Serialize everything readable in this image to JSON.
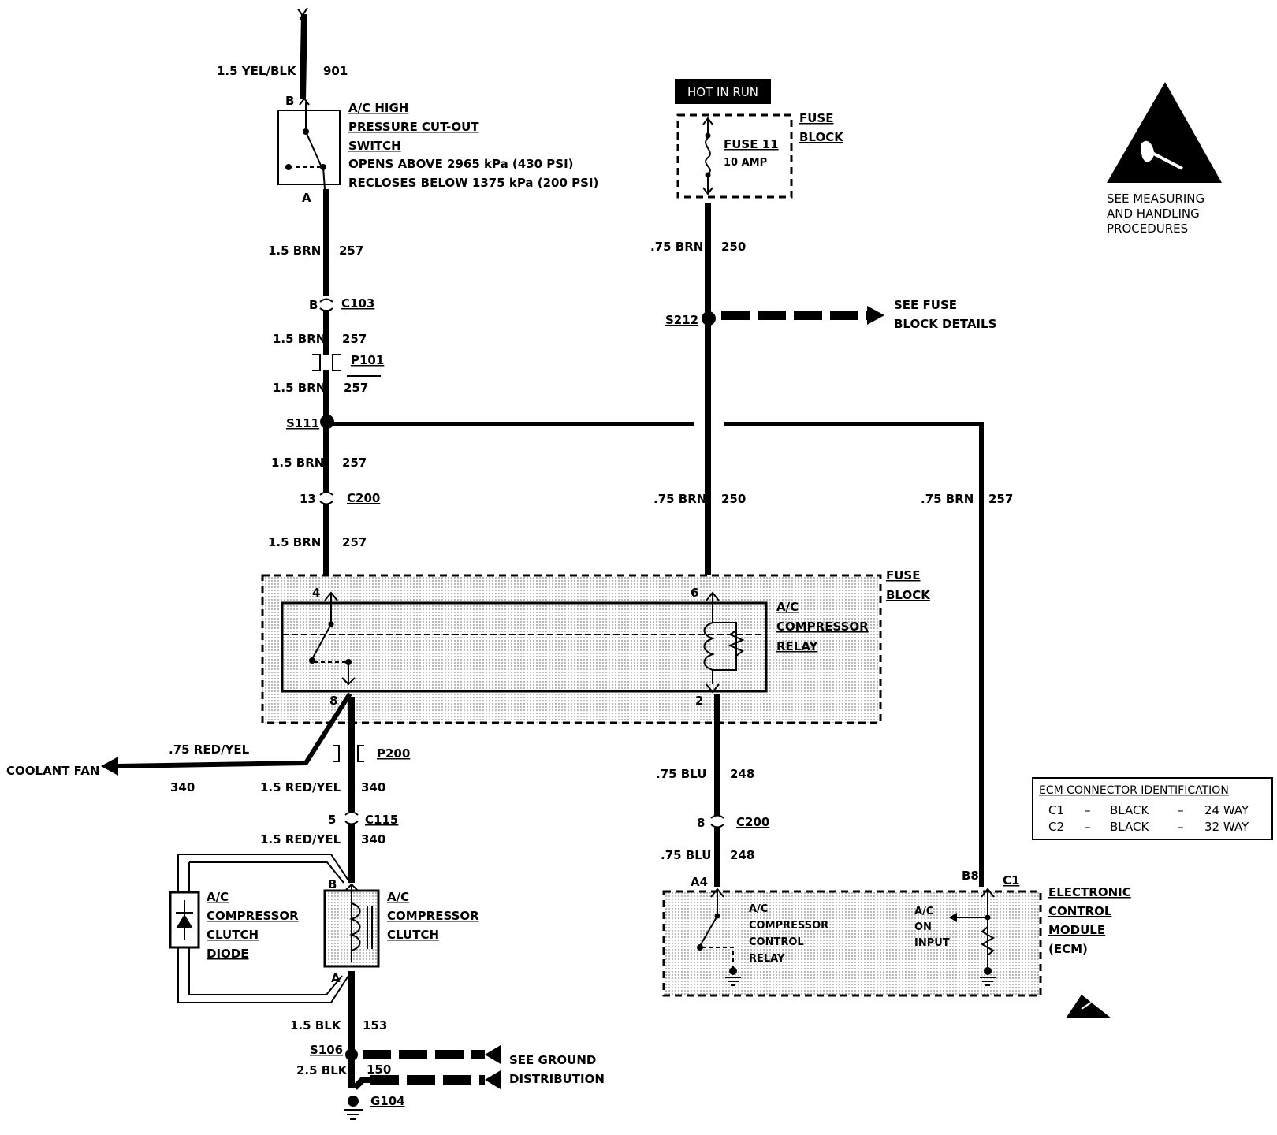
{
  "top": {
    "wire_901": {
      "size_color": "1.5 YEL/BLK",
      "circuit": "901"
    },
    "switch": {
      "pin_b": "B",
      "pin_a": "A",
      "name_lines": [
        "A/C HIGH",
        "PRESSURE CUT-OUT",
        "SWITCH"
      ],
      "spec_lines": [
        "OPENS ABOVE 2965 kPa (430 PSI)",
        "RECLOSES BELOW 1375 kPa (200 PSI)"
      ]
    }
  },
  "left_column": {
    "w1": {
      "size_color": "1.5 BRN",
      "circuit": "257"
    },
    "c103": {
      "pin": "B",
      "name": "C103"
    },
    "w2": {
      "size_color": "1.5 BRN",
      "circuit": "257"
    },
    "p101": {
      "name": "P101"
    },
    "w3": {
      "size_color": "1.5 BRN",
      "circuit": "257"
    },
    "s111": {
      "name": "S111"
    },
    "w4": {
      "size_color": "1.5 BRN",
      "circuit": "257"
    },
    "c200": {
      "pin": "13",
      "name": "C200"
    },
    "w5": {
      "size_color": "1.5 BRN",
      "circuit": "257"
    }
  },
  "middle_column": {
    "hot_in_run": "HOT IN RUN",
    "fuse_block_label": [
      "FUSE",
      "BLOCK"
    ],
    "fuse": {
      "name": "FUSE 11",
      "rating": "10 AMP"
    },
    "w1": {
      "size_color": ".75 BRN",
      "circuit": "250"
    },
    "s212": {
      "name": "S212"
    },
    "see_fuse": [
      "SEE FUSE",
      "BLOCK DETAILS"
    ],
    "w2": {
      "size_color": ".75 BRN",
      "circuit": "250"
    }
  },
  "right_column": {
    "w1": {
      "size_color": ".75 BRN",
      "circuit": "257"
    }
  },
  "fuse_block": {
    "label": [
      "FUSE",
      "BLOCK"
    ],
    "relay_label": [
      "A/C",
      "COMPRESSOR",
      "RELAY"
    ],
    "pin_4": "4",
    "pin_6": "6",
    "pin_8": "8",
    "pin_2": "2"
  },
  "lower_left": {
    "coolant_fan": "COOLANT FAN",
    "fan_wire": {
      "size_color": ".75 RED/YEL",
      "circuit": "340"
    },
    "p200": {
      "name": "P200"
    },
    "w1": {
      "size_color": "1.5 RED/YEL",
      "circuit": "340"
    },
    "c115": {
      "pin": "5",
      "name": "C115"
    },
    "w2": {
      "size_color": "1.5 RED/YEL",
      "circuit": "340"
    },
    "diode_label": [
      "A/C",
      "COMPRESSOR",
      "CLUTCH",
      "DIODE"
    ],
    "clutch_label": [
      "A/C",
      "COMPRESSOR",
      "CLUTCH"
    ],
    "pin_b": "B",
    "pin_a": "A",
    "w3": {
      "size_color": "1.5 BLK",
      "circuit": "153"
    },
    "s106": {
      "name": "S106"
    },
    "w4": {
      "size_color": "2.5 BLK",
      "circuit": "150"
    },
    "see_ground": [
      "SEE GROUND",
      "DISTRIBUTION"
    ],
    "g104": {
      "name": "G104"
    }
  },
  "lower_middle": {
    "w1": {
      "size_color": ".75 BLU",
      "circuit": "248"
    },
    "c200": {
      "pin": "8",
      "name": "C200"
    },
    "w2": {
      "size_color": ".75 BLU",
      "circuit": "248"
    }
  },
  "ecm": {
    "pin_a4": "A4",
    "pin_b8": "B8",
    "pin_c1": "C1",
    "relay_label": [
      "A/C",
      "COMPRESSOR",
      "CONTROL",
      "RELAY"
    ],
    "input_label": [
      "A/C",
      "ON",
      "INPUT"
    ],
    "name_lines": [
      "ELECTRONIC",
      "CONTROL",
      "MODULE",
      "(ECM)"
    ]
  },
  "ecm_table": {
    "title": "ECM CONNECTOR IDENTIFICATION",
    "rows": [
      [
        "C1",
        "–",
        "BLACK",
        "–",
        "24 WAY"
      ],
      [
        "C2",
        "–",
        "BLACK",
        "–",
        "32 WAY"
      ]
    ]
  },
  "esd_notice": [
    "SEE MEASURING",
    "AND HANDLING",
    "PROCEDURES"
  ]
}
